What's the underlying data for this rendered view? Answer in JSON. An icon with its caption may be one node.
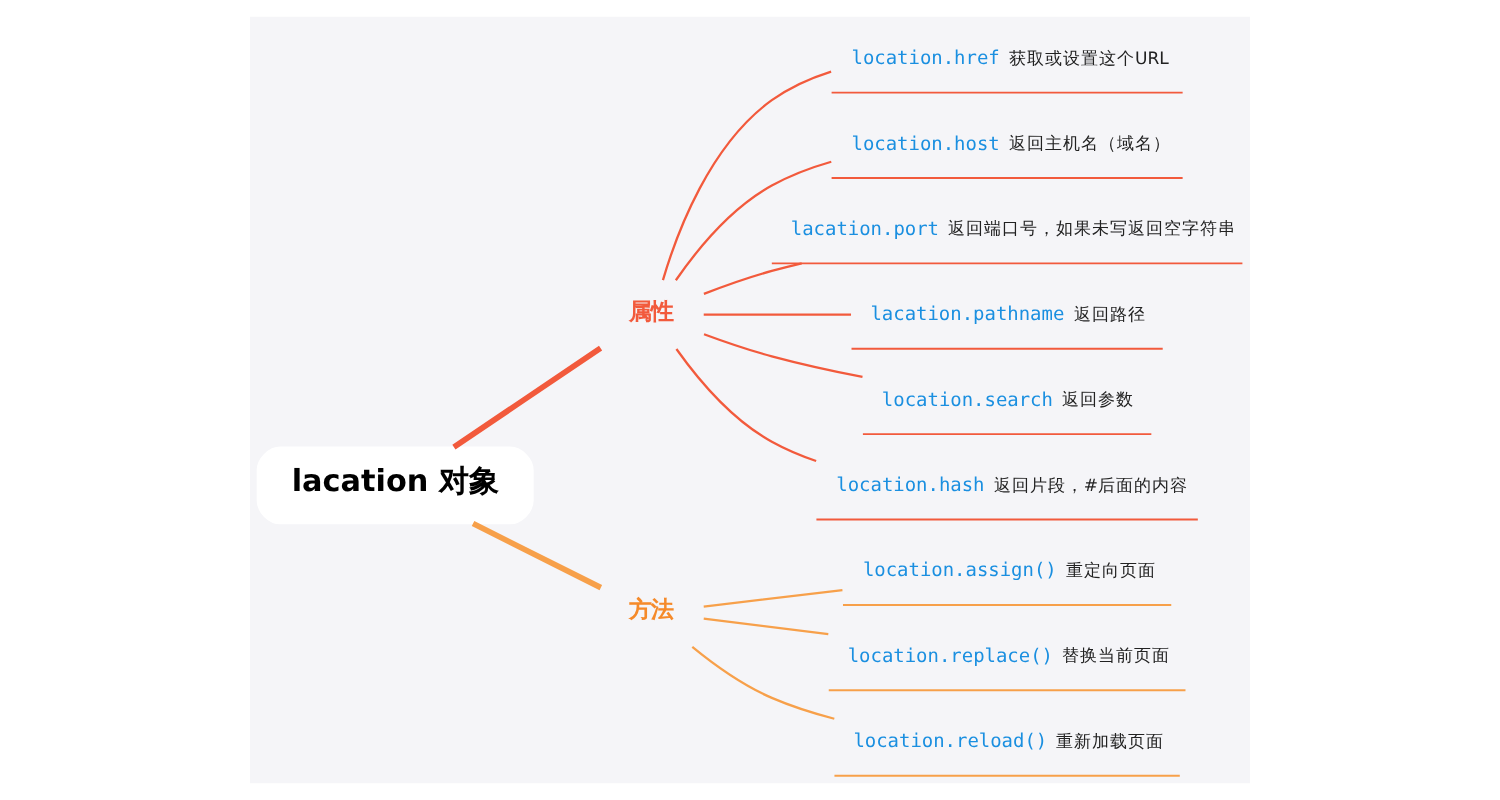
{
  "diagram": {
    "nodes": [
      {
        "text": [
          "lacation 对象"
        ]
      },
      {
        "text": [
          "属性"
        ]
      },
      {
        "text": [
          "location.href",
          "获取或设置这个URL"
        ]
      },
      {
        "text": [
          "location.host",
          "返回主机名（域名）"
        ]
      },
      {
        "text": [
          "lacation.port",
          "返回端口号，如果未写返回空字符串"
        ]
      },
      {
        "text": [
          "lacation.pathname",
          "返回路径"
        ]
      },
      {
        "text": [
          "location.search",
          "返回参数"
        ]
      },
      {
        "text": [
          "location.hash",
          "返回片段，#后面的内容"
        ]
      },
      {
        "text": [
          "方法"
        ]
      },
      {
        "text": [
          "location.assign()",
          "重定向页面"
        ]
      },
      {
        "text": [
          "location.replace()",
          "替换当前页面"
        ]
      },
      {
        "text": [
          "location.reload()",
          "重新加载页面"
        ]
      }
    ],
    "edges": [
      {
        "from": 0,
        "to": 1,
        "arrow": "none",
        "style": "thick"
      },
      {
        "from": 1,
        "to": 2,
        "arrow": "none"
      },
      {
        "from": 1,
        "to": 3,
        "arrow": "none"
      },
      {
        "from": 1,
        "to": 4,
        "arrow": "none"
      },
      {
        "from": 1,
        "to": 5,
        "arrow": "none"
      },
      {
        "from": 1,
        "to": 6,
        "arrow": "none"
      },
      {
        "from": 1,
        "to": 7,
        "arrow": "none"
      },
      {
        "from": 0,
        "to": 8,
        "arrow": "none",
        "style": "thick",
        "color": "#f7a04a"
      },
      {
        "from": 8,
        "to": 9,
        "arrow": "none",
        "color": "#f7a04a"
      },
      {
        "from": 8,
        "to": 10,
        "arrow": "none",
        "color": "#f7a04a"
      },
      {
        "from": 8,
        "to": 11,
        "arrow": "none",
        "color": "#f7a04a"
      }
    ]
  }
}
